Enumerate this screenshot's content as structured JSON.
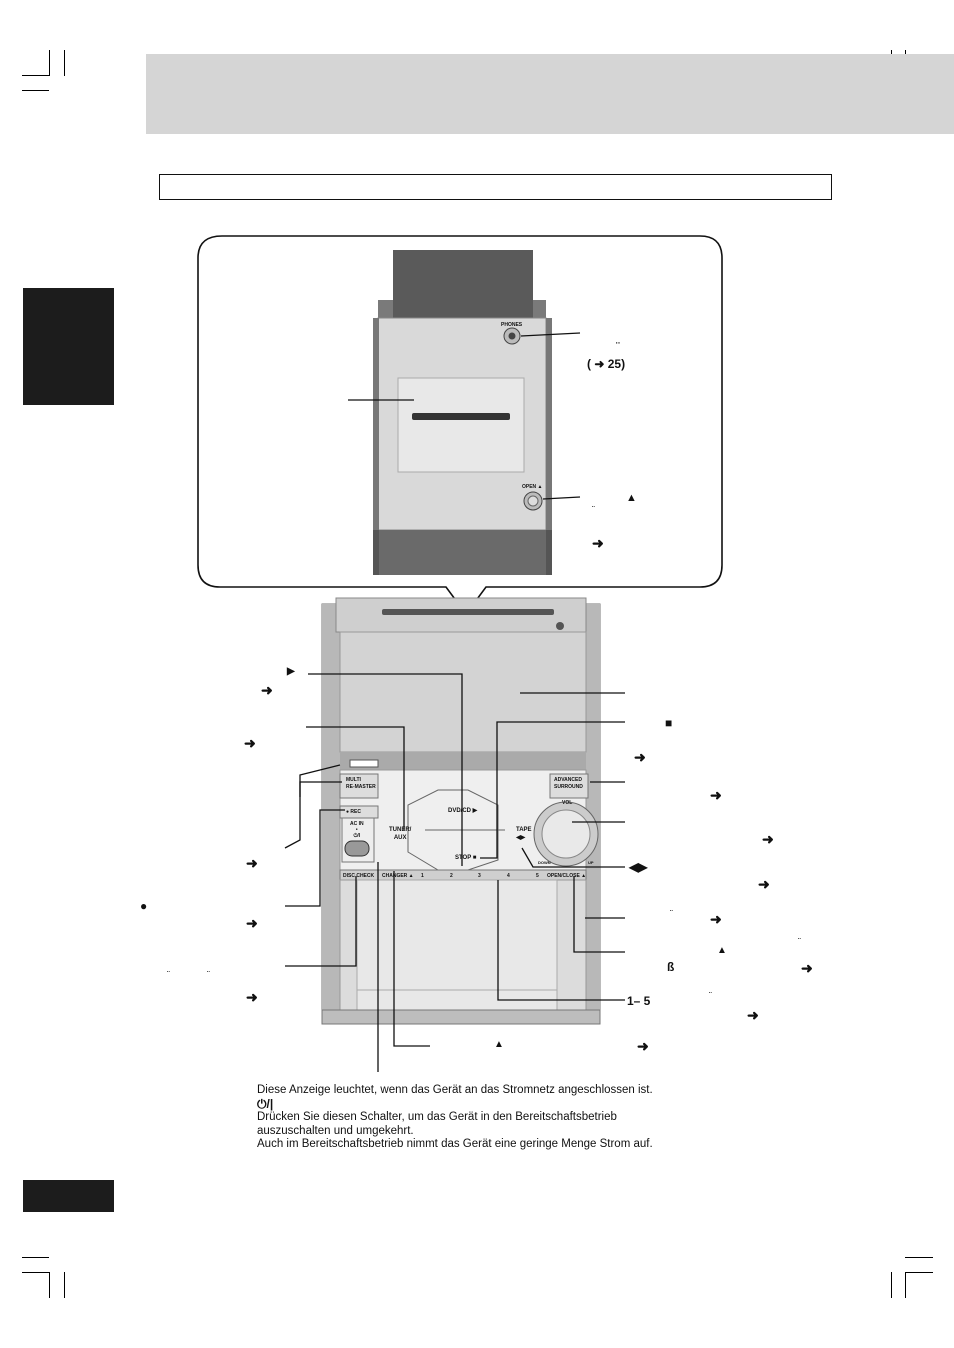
{
  "callouts": {
    "ref_phones": "( ➜ 25)",
    "numbers_1_5": "1– 5",
    "sharp_s": "ß",
    "arrow_glyph": "➜",
    "bullet_glyph": "●",
    "tape_dir_glyph": "◀▶",
    "stop_glyph": "■",
    "play_glyph": "▶",
    "eject_glyph": "▲",
    "umlaut_glyph": "¨"
  },
  "panel": {
    "phones_label": "PHONES",
    "open_label": "OPEN ▲",
    "multi_remaster": "MULTI\nRE-MASTER",
    "rec_label": "● REC",
    "acin_label": "AC IN\n•\n⏻/I",
    "disc_check": "DISC CHECK",
    "changer": "CHANGER ▲",
    "open_close": "OPEN/CLOSE ▲",
    "dvd_cd": "DVD/CD ▶",
    "tuner_aux": "TUNER/\nAUX",
    "tape": "TAPE\n◀▶",
    "stop": "STOP ■",
    "advanced_surround": "ADVANCED\nSURROUND",
    "vol": "VOL",
    "down": "DOWN",
    "up": "UP",
    "tray_numbers": [
      "1",
      "2",
      "3",
      "4",
      "5"
    ]
  },
  "note": {
    "line1": "Diese Anzeige leuchtet, wenn das Gerät an das Stromnetz angeschlossen ist.",
    "line2": "⏻/|",
    "line3": "Drücken Sie diesen Schalter, um das Gerät in den Bereitschaftsbetrieb",
    "line4": "auszuschalten und umgekehrt.",
    "line5": "Auch im Bereitschaftsbetrieb nimmt das Gerät eine geringe Menge Strom auf."
  }
}
